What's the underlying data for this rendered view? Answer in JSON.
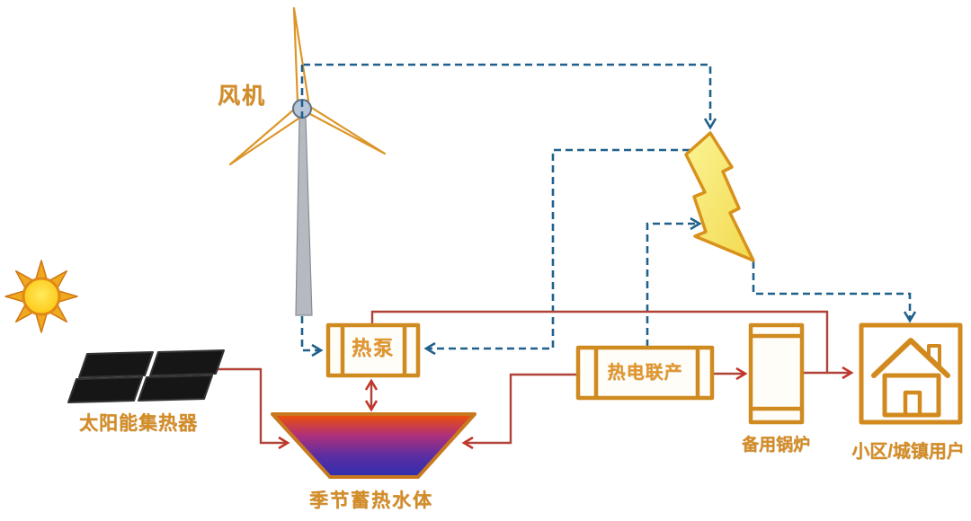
{
  "diagram": {
    "description": "renewable district heating system schematic",
    "nodes": {
      "wind_turbine": {
        "label": "风机"
      },
      "solar_collector": {
        "label": "太阳能集热器"
      },
      "heat_pump": {
        "label": "热泵"
      },
      "seasonal_storage": {
        "label": "季节蓄热水体"
      },
      "chp": {
        "label": "热电联产"
      },
      "backup_boiler": {
        "label": "备用锅炉"
      },
      "users": {
        "label": "小区/城镇用户"
      }
    },
    "icons": [
      "sun-icon",
      "wind-turbine-icon",
      "solar-panel-icon",
      "lightning-icon",
      "house-icon"
    ],
    "colors": {
      "heat_line": "#b04238",
      "heat_arrow": "#c2362a",
      "power_line": "#20618c",
      "box_border": "#cf8a20",
      "label_text": "#d48c26",
      "lightning_fill": "#f8ee7a",
      "storage_gradient_top": "#ef5200",
      "storage_gradient_mid": "#8c2f92",
      "storage_gradient_bottom": "#2f2fae",
      "panel_fill": "#161616",
      "sun_ray": "#f0a81e",
      "sun_disk": "#fdc407",
      "tower_gray": "#b6bac0"
    },
    "connections": [
      {
        "from": "wind_turbine",
        "to": "electric_grid",
        "type": "electricity"
      },
      {
        "from": "wind_turbine",
        "to": "heat_pump",
        "type": "electricity"
      },
      {
        "from": "chp",
        "to": "electric_grid",
        "type": "electricity"
      },
      {
        "from": "electric_grid",
        "to": "heat_pump",
        "type": "electricity"
      },
      {
        "from": "electric_grid",
        "to": "users",
        "type": "electricity"
      },
      {
        "from": "solar_collector",
        "to": "seasonal_storage",
        "type": "heat"
      },
      {
        "from": "heat_pump",
        "to": "seasonal_storage",
        "type": "heat_bidirectional"
      },
      {
        "from": "heat_pump",
        "to": "users",
        "type": "heat"
      },
      {
        "from": "chp",
        "to": "seasonal_storage",
        "type": "heat"
      },
      {
        "from": "chp",
        "to": "backup_boiler",
        "type": "heat"
      },
      {
        "from": "backup_boiler",
        "to": "users",
        "type": "heat"
      }
    ]
  }
}
